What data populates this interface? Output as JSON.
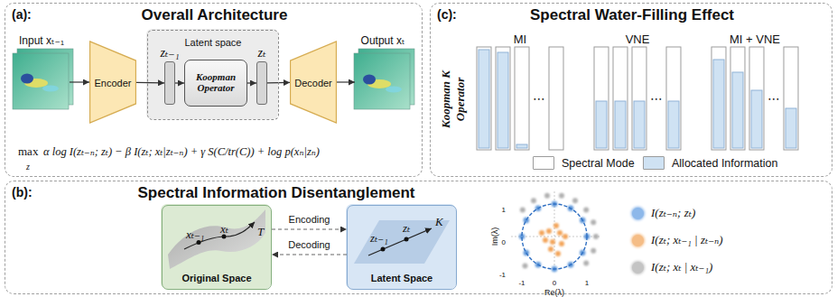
{
  "diagram": {
    "nodes": [
      {
        "text": [
          "(a):",
          "Overall Architecture"
        ]
      },
      {
        "text": [
          "Input xₜ₋₁"
        ],
        "in": 0
      },
      {
        "text": [
          "Encoder"
        ],
        "in": 0
      },
      {
        "text": [
          "Latent space"
        ],
        "in": 0
      },
      {
        "text": [
          "zₜ₋₁"
        ],
        "in": 3
      },
      {
        "text": [
          "Koopman Operator"
        ],
        "in": 3
      },
      {
        "text": [
          "zₜ"
        ],
        "in": 3
      },
      {
        "text": [
          "Decoder"
        ],
        "in": 0
      },
      {
        "text": [
          "Output xₜ"
        ],
        "in": 0
      },
      {
        "text": [
          "(b):",
          "Spectral Information Disentanglement"
        ]
      },
      {
        "text": [
          "Original Space"
        ],
        "in": 9
      },
      {
        "text": [
          "Latent Space"
        ],
        "in": 9
      },
      {
        "text": [
          "(c):",
          "Spectral Water-Filling Effect"
        ]
      }
    ],
    "edges": [
      {
        "from": 1,
        "to": 2,
        "arrow": "to"
      },
      {
        "from": 2,
        "to": 4,
        "arrow": "to"
      },
      {
        "from": 4,
        "to": 5,
        "arrow": "to"
      },
      {
        "from": 5,
        "to": 6,
        "arrow": "to"
      },
      {
        "from": 6,
        "to": 7,
        "arrow": "to"
      },
      {
        "from": 7,
        "to": 8,
        "arrow": "to"
      },
      {
        "from": 10,
        "to": 11,
        "label": "Encoding",
        "arrow": "to"
      },
      {
        "from": 11,
        "to": 10,
        "label": "Decoding",
        "arrow": "to"
      }
    ],
    "labels": [
      "max",
      "z",
      "α log I(zₜ₋ₙ; zₜ) − β I(zₜ; xₜ|zₜ₋ₙ) + γ S(C/tr(C)) + log p(xₙ|zₙ)",
      "xₜ₋₁",
      "xₜ",
      "T",
      "zₜ₋₁",
      "zₜ",
      "K",
      "Im(λ)",
      "Re(λ)",
      "-1",
      "0",
      "1",
      "1",
      "0",
      "-1",
      "Koopman K Operator",
      "MI",
      "⋯",
      "VNE",
      "⋯",
      "MI + VNE",
      "⋯"
    ],
    "legend": [
      {
        "text": "I(zₜ₋ₙ; zₜ)",
        "color": "#8db8ea"
      },
      {
        "text": "I(zₜ; xₜ₋₁ | zₜ₋ₙ)",
        "color": "#f5bd86"
      },
      {
        "text": "I(zₜ; xₜ | xₜ₋₁)",
        "color": "#c4c4c4"
      },
      {
        "text": "Spectral Mode",
        "color": "#ffffff"
      },
      {
        "text": "Allocated Information",
        "color": "#cfe2f3"
      }
    ]
  }
}
